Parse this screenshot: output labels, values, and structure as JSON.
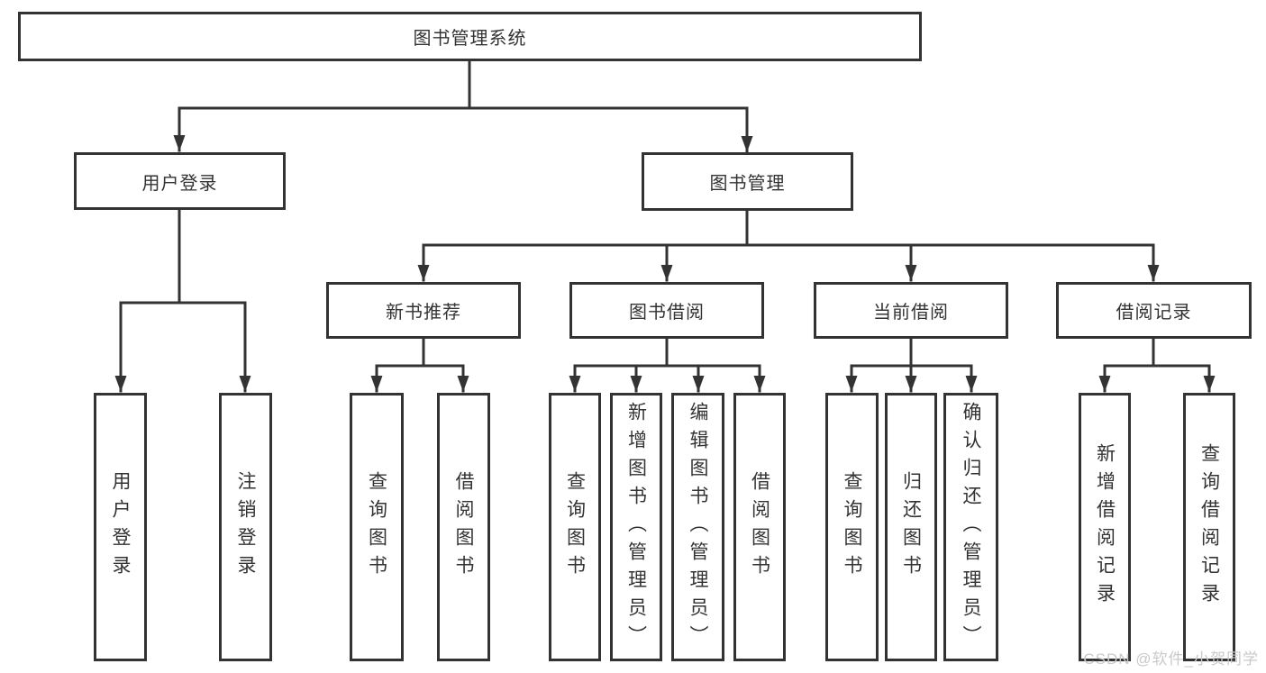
{
  "title": "图书管理系统",
  "colors": {
    "line": "#333333",
    "box_border": "#333333",
    "text": "#333333",
    "background": "#ffffff",
    "watermark": "#c9c9c9"
  },
  "tree": {
    "root": {
      "label": "图书管理系统"
    },
    "level2": [
      {
        "label": "用户登录"
      },
      {
        "label": "图书管理"
      }
    ],
    "level3": [
      {
        "label": "新书推荐"
      },
      {
        "label": "图书借阅"
      },
      {
        "label": "当前借阅"
      },
      {
        "label": "借阅记录"
      }
    ],
    "leaves": {
      "user_login": [
        "用户登录",
        "注销登录"
      ],
      "new_books": [
        "查询图书",
        "借阅图书"
      ],
      "book_borrow": [
        "查询图书",
        "新增图书（管理员）",
        "编辑图书（管理员）",
        "借阅图书"
      ],
      "current_borrow": [
        "查询图书",
        "归还图书",
        "确认归还（管理员）"
      ],
      "borrow_records": [
        "新增借阅记录",
        "查询借阅记录"
      ]
    }
  },
  "watermark": {
    "text": "CSDN @软件_小贺同学"
  }
}
